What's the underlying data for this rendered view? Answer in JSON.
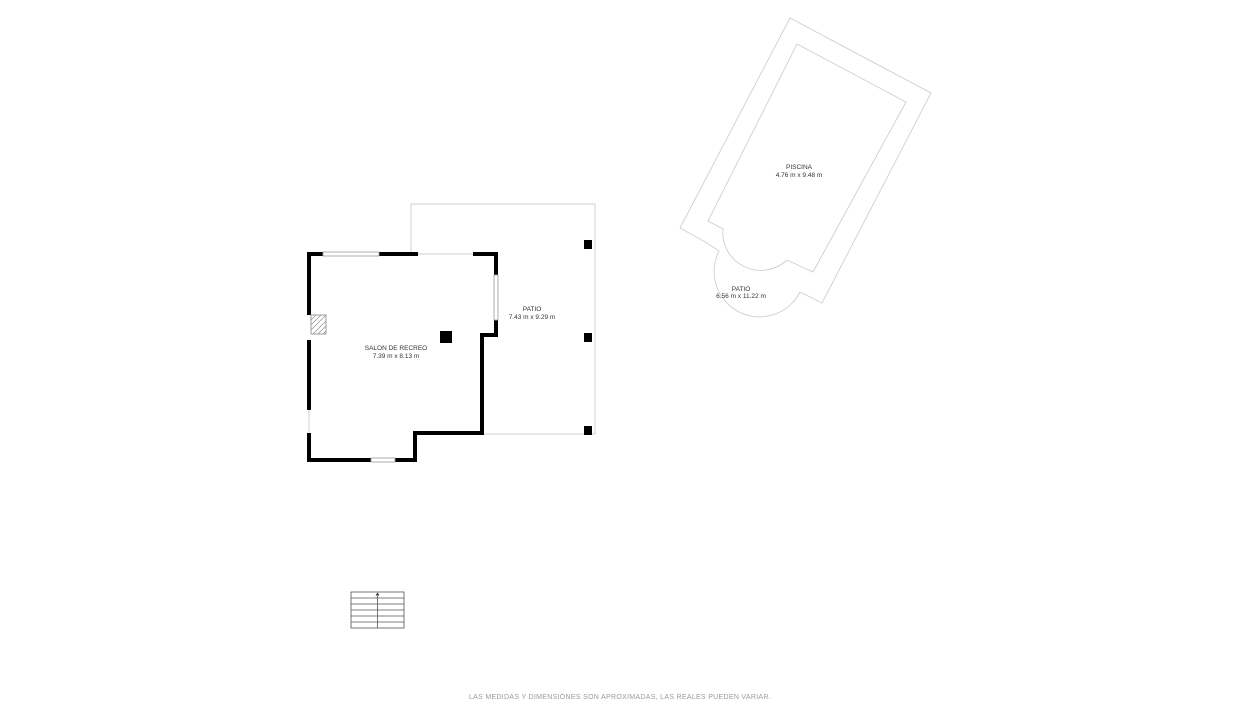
{
  "rooms": [
    {
      "name": "SALON DE RECREO",
      "dimensions": "7.39 m x 8.13 m"
    },
    {
      "name": "PATIO",
      "dimensions": "7.43 m x 9.29 m"
    },
    {
      "name": "PISCINA",
      "dimensions": "4.76 m x 9.48 m"
    },
    {
      "name": "PATIO",
      "dimensions": "6.56 m x 11.22 m"
    }
  ],
  "disclaimer": "LAS MEDIDAS Y DIMENSIONES SON APROXIMADAS, LAS REALES PUEDEN VARIAR.",
  "colors": {
    "wall": "#000000",
    "outline": "#cfcfcf",
    "text": "#333333",
    "disclaimer": "#9a9a9a"
  }
}
